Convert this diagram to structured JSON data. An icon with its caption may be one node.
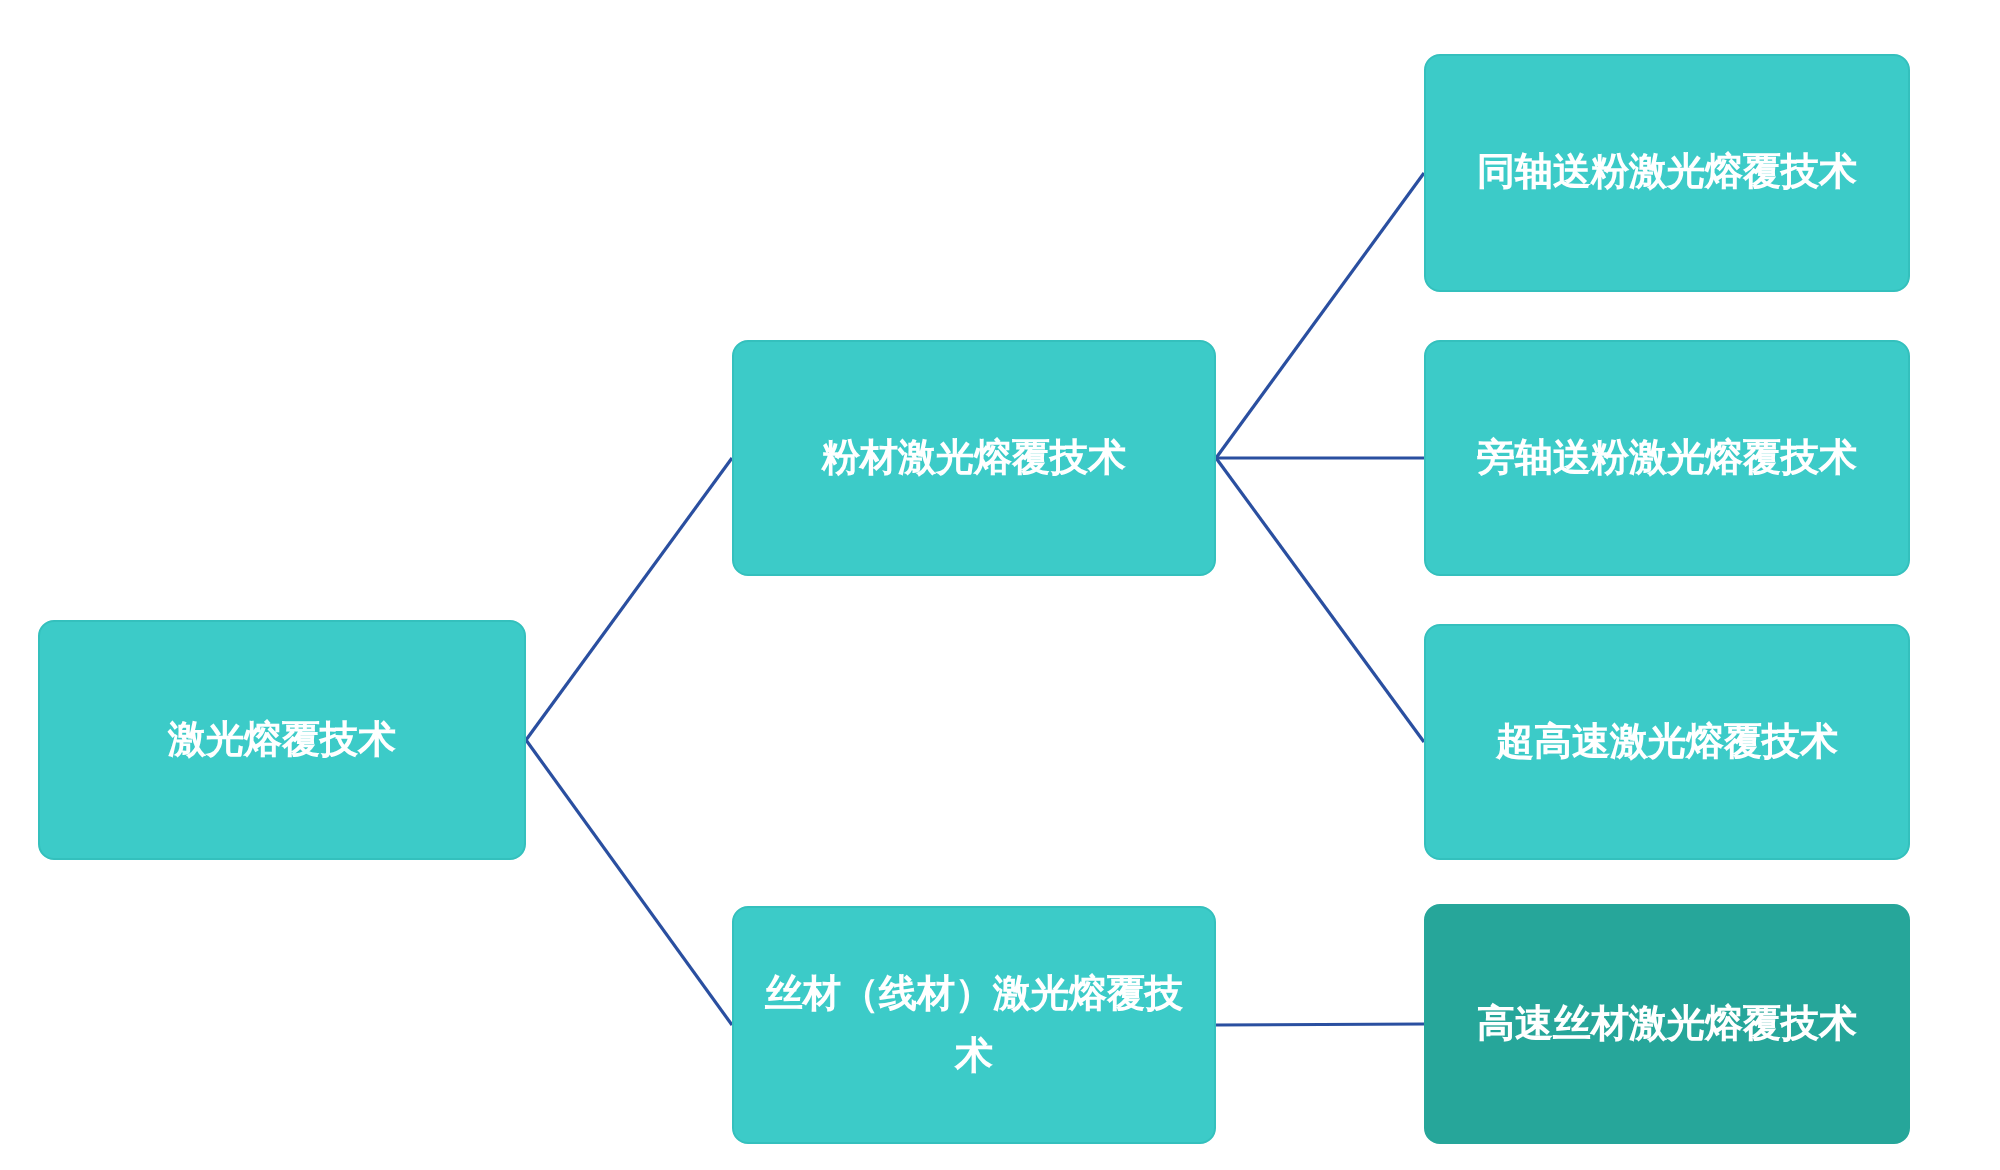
{
  "diagram": {
    "nodes": [
      {
        "text": [
          "激光熔覆技术"
        ]
      },
      {
        "text": [
          "粉材激光熔覆技术"
        ]
      },
      {
        "text": [
          "丝材（线材）激光熔覆技术"
        ]
      },
      {
        "text": [
          "同轴送粉激光熔覆技术"
        ]
      },
      {
        "text": [
          "旁轴送粉激光熔覆技术"
        ]
      },
      {
        "text": [
          "超高速激光熔覆技术"
        ]
      },
      {
        "text": [
          "高速丝材激光熔覆技术"
        ]
      }
    ],
    "edges": [
      {
        "from": 0,
        "to": 1,
        "arrow": "none"
      },
      {
        "from": 0,
        "to": 2,
        "arrow": "none"
      },
      {
        "from": 1,
        "to": 3,
        "arrow": "none"
      },
      {
        "from": 1,
        "to": 4,
        "arrow": "none"
      },
      {
        "from": 1,
        "to": 5,
        "arrow": "none"
      },
      {
        "from": 2,
        "to": 6,
        "arrow": "none"
      }
    ]
  }
}
